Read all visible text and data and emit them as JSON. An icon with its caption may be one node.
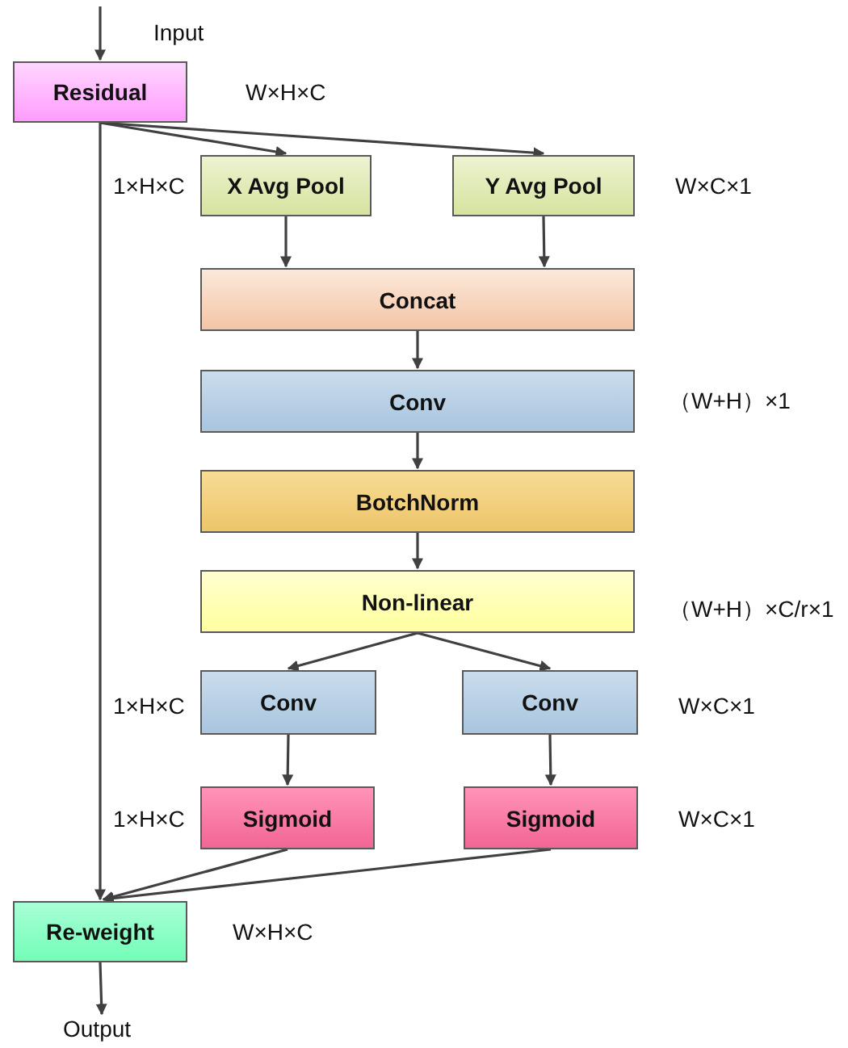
{
  "diagram": {
    "nodes": [
      {
        "text": [
          "Residual"
        ]
      },
      {
        "text": [
          "X Avg Pool"
        ]
      },
      {
        "text": [
          "Y Avg Pool"
        ]
      },
      {
        "text": [
          "Concat"
        ]
      },
      {
        "text": [
          "Conv"
        ]
      },
      {
        "text": [
          "BotchNorm"
        ]
      },
      {
        "text": [
          "Non-linear"
        ]
      },
      {
        "text": [
          "Conv"
        ]
      },
      {
        "text": [
          "Conv"
        ]
      },
      {
        "text": [
          "Sigmoid"
        ]
      },
      {
        "text": [
          "Sigmoid"
        ]
      },
      {
        "text": [
          "Re-weight"
        ]
      },
      {
        "text": [
          "Output"
        ]
      }
    ],
    "edges": [
      {
        "from": null,
        "to": 0,
        "arrow": "to"
      },
      {
        "from": 0,
        "to": 1,
        "arrow": "to"
      },
      {
        "from": 0,
        "to": 2,
        "arrow": "to"
      },
      {
        "from": 1,
        "to": 3,
        "arrow": "to"
      },
      {
        "from": 2,
        "to": 3,
        "arrow": "to"
      },
      {
        "from": 3,
        "to": 4,
        "arrow": "to"
      },
      {
        "from": 4,
        "to": 5,
        "arrow": "to"
      },
      {
        "from": 5,
        "to": 6,
        "arrow": "to"
      },
      {
        "from": 6,
        "to": 7,
        "arrow": "to"
      },
      {
        "from": 6,
        "to": 8,
        "arrow": "to"
      },
      {
        "from": 7,
        "to": 9,
        "arrow": "to"
      },
      {
        "from": 8,
        "to": 10,
        "arrow": "to"
      },
      {
        "from": 0,
        "to": 11,
        "arrow": "to"
      },
      {
        "from": 9,
        "to": 11,
        "arrow": "to"
      },
      {
        "from": 10,
        "to": 11,
        "arrow": "to"
      },
      {
        "from": 11,
        "to": 12,
        "arrow": "to"
      }
    ],
    "labels": [
      "Input",
      "W×H×C",
      "1×H×C",
      "W×C×1",
      "（W+H）×1",
      "（W+H）×C/r×1",
      "1×H×C",
      "W×C×1",
      "1×H×C",
      "W×C×1",
      "W×H×C"
    ]
  }
}
